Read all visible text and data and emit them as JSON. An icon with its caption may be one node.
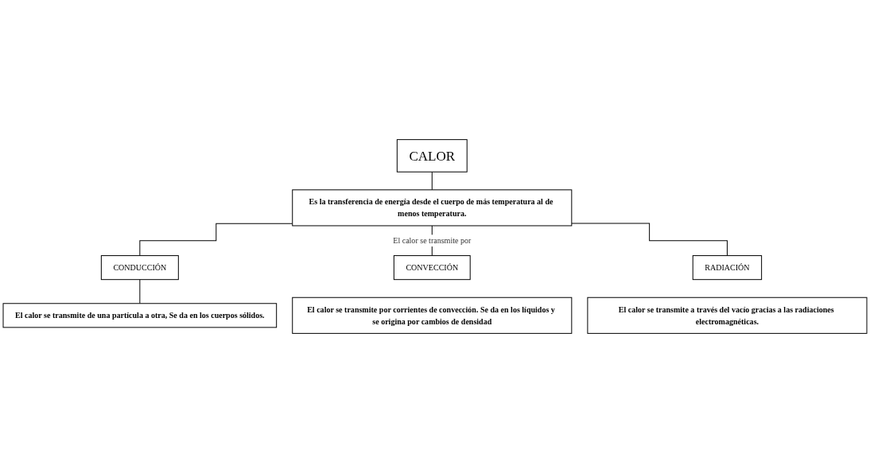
{
  "diagram": {
    "nodes": [
      {
        "text": [
          "CALOR"
        ]
      },
      {
        "text": [
          "Es la transferencia de energía desde el cuerpo de más temperatura al de menos temperatura."
        ]
      },
      {
        "text": [
          "CONDUCCIÓN"
        ]
      },
      {
        "text": [
          "CONVECCIÓN"
        ]
      },
      {
        "text": [
          "RADIACIÓN"
        ]
      },
      {
        "text": [
          "El calor se transmite de una partícula a otra, Se da en los cuerpos sólidos."
        ]
      },
      {
        "text": [
          "El calor se transmite por corrientes de convección. Se da en los líquidos y se origina por cambios de densidad"
        ]
      },
      {
        "text": [
          "El calor se transmite a través del vacío gracias a las radiaciones electromagnéticas."
        ]
      }
    ],
    "edges": [
      {
        "from": 0,
        "to": 1,
        "arrow": "none"
      },
      {
        "from": 1,
        "to": 2,
        "arrow": "none"
      },
      {
        "from": 1,
        "to": 3,
        "arrow": "none",
        "label": "El calor se transmite por"
      },
      {
        "from": 1,
        "to": 4,
        "arrow": "none"
      },
      {
        "from": 2,
        "to": 5,
        "arrow": "none"
      }
    ]
  }
}
